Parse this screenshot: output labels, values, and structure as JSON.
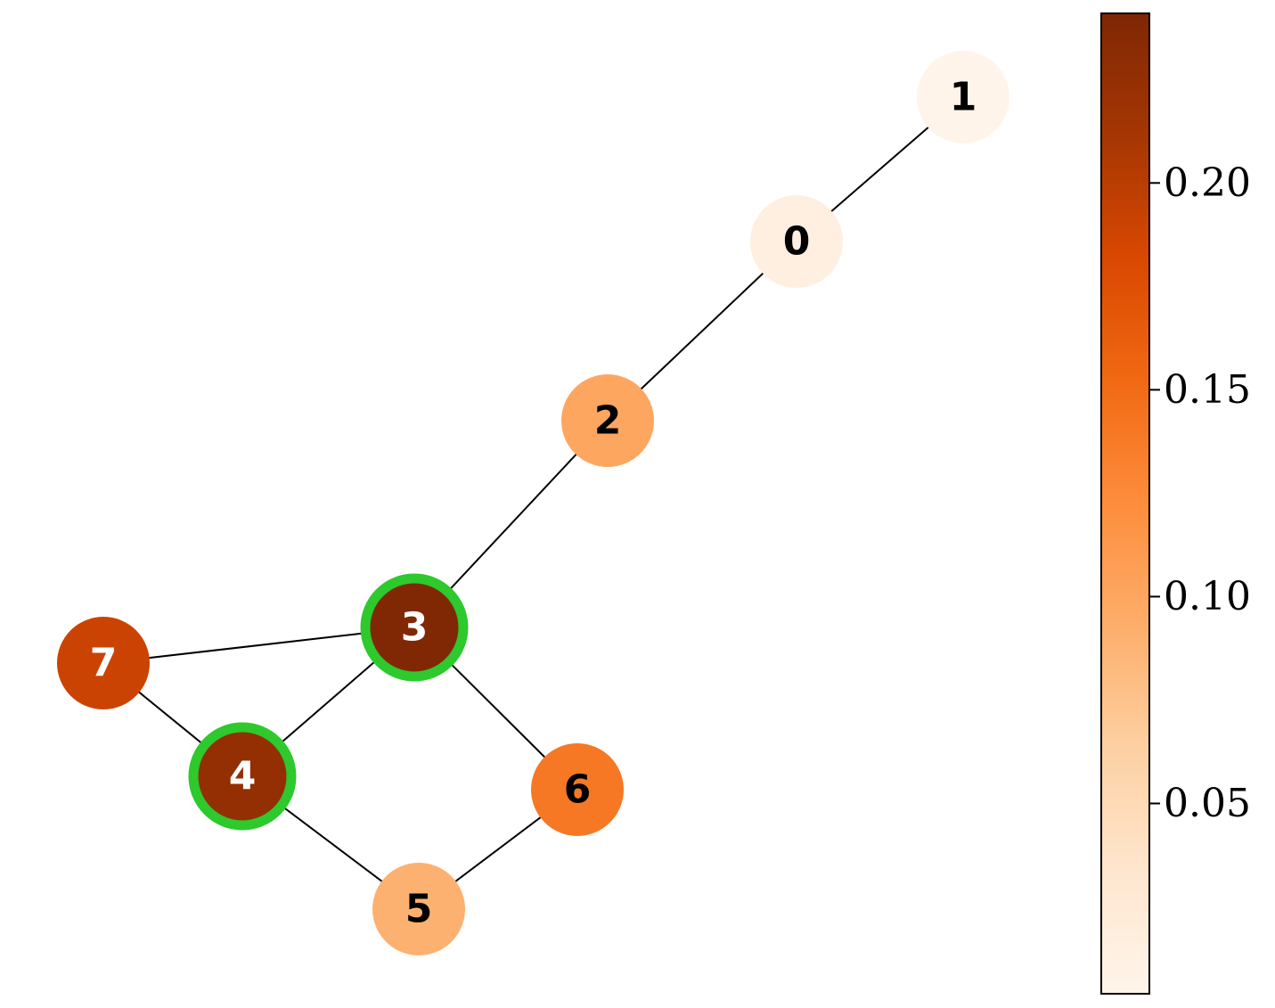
{
  "graph": {
    "nodes": [
      {
        "id": "0",
        "value": 0.015
      },
      {
        "id": "1",
        "value": 0.005
      },
      {
        "id": "2",
        "value": 0.1
      },
      {
        "id": "3",
        "value": 0.24,
        "highlighted": true
      },
      {
        "id": "4",
        "value": 0.225,
        "highlighted": true
      },
      {
        "id": "5",
        "value": 0.09
      },
      {
        "id": "6",
        "value": 0.14
      },
      {
        "id": "7",
        "value": 0.19
      }
    ],
    "edges": [
      [
        "0",
        "1"
      ],
      [
        "0",
        "2"
      ],
      [
        "2",
        "3"
      ],
      [
        "3",
        "7"
      ],
      [
        "3",
        "4"
      ],
      [
        "3",
        "6"
      ],
      [
        "7",
        "4"
      ],
      [
        "4",
        "5"
      ],
      [
        "5",
        "6"
      ]
    ],
    "highlight_color": "#2dc92d",
    "edge_color": "#000000"
  },
  "colorbar": {
    "colormap": "Oranges",
    "min": 0.004,
    "max": 0.241,
    "ticks": [
      {
        "value": 0.05,
        "label": "0.05"
      },
      {
        "value": 0.1,
        "label": "0.10"
      },
      {
        "value": 0.15,
        "label": "0.15"
      },
      {
        "value": 0.2,
        "label": "0.20"
      }
    ]
  }
}
